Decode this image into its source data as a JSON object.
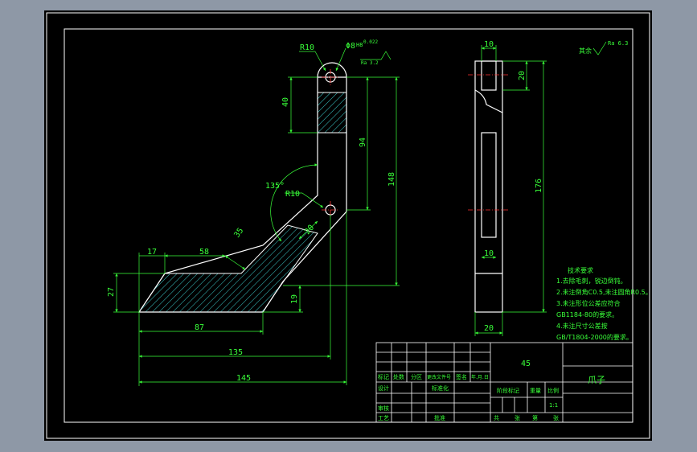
{
  "colors": {
    "background": "#8e98a6",
    "sheet": "#000000",
    "frame": "#ffffff",
    "dimension": "#39ff39",
    "part_outline": "#ffffff",
    "hatch": "#44e6e6",
    "center_line": "#ff3030"
  },
  "front_view": {
    "dims": {
      "r10_top": "R10",
      "hole_dia": "Φ8",
      "fit": "H8",
      "tol": "0.022",
      "h40": "40",
      "h94": "94",
      "h148": "148",
      "angle": "135°",
      "r10_mid": "R10",
      "w35": "35",
      "w20": "20",
      "w17": "17",
      "w58": "58",
      "h27": "27",
      "h19": "19",
      "w87": "87",
      "w135": "135",
      "w145": "145"
    },
    "roughness_hole": "Ra 3.2"
  },
  "side_view": {
    "dims": {
      "top_w10": "10",
      "slot_20": "20",
      "len_176": "176",
      "bot_w10": "10",
      "w20": "20"
    },
    "roughness_label": "其余",
    "roughness_value": "Ra 6.3"
  },
  "notes": {
    "title": "技术要求",
    "lines": [
      "1.去除毛刺，锐边倒钝。",
      "2.未注倒角C0.5,未注圆角R0.5。",
      "3.未注形位公差应符合",
      "GB1184-80的要求。",
      "4.未注尺寸公差按",
      "GB/T1804-2000的要求。"
    ]
  },
  "title_block": {
    "material": "45",
    "part_name": "爪子",
    "header_labels": [
      "标记",
      "处数",
      "分区",
      "更改文件号",
      "签名",
      "年.月.日"
    ],
    "design": "设计",
    "standardize": "标准化",
    "review": "审核",
    "process": "工艺",
    "approve": "批准",
    "stage_mark": "阶段标记",
    "weight": "重量",
    "scale_label": "比例",
    "scale_value": "1:1",
    "sheets_total": "共",
    "sheets_unit": "张",
    "sheet_no": "第",
    "sheet_unit2": "张"
  }
}
